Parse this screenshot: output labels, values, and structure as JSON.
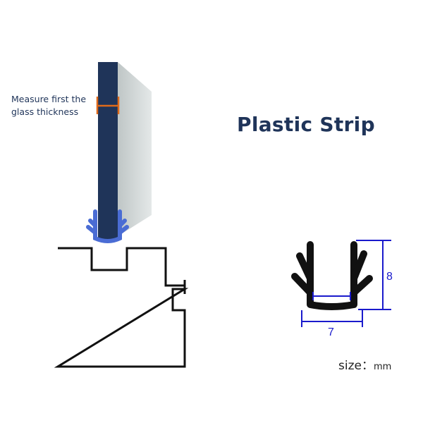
{
  "title": "Plastic Strip",
  "note": {
    "line1": "Measure first the",
    "line2": "glass thickness"
  },
  "dimensions": {
    "height": "8",
    "width": "7"
  },
  "size": {
    "label": "size：",
    "unit": "mm"
  },
  "colors": {
    "glass_edge": "#1f3459",
    "glass_face": "#c9cfcf",
    "seal": "#4a6cd4",
    "measure": "#e06a1a",
    "dimension": "#1a1acc",
    "title": "#1f3459"
  }
}
